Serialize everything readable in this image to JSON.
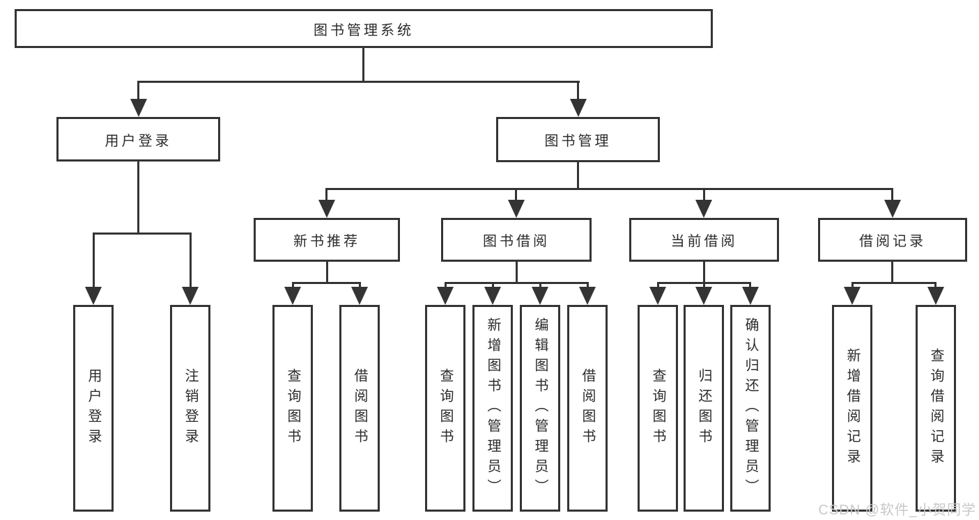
{
  "diagram_title": "图书管理系统",
  "tree": {
    "root": {
      "label": "图书管理系统",
      "children": [
        {
          "label": "用户登录",
          "children": [
            {
              "label": "用户登录"
            },
            {
              "label": "注销登录"
            }
          ]
        },
        {
          "label": "图书管理",
          "children": [
            {
              "label": "新书推荐",
              "children": [
                {
                  "label": "查询图书"
                },
                {
                  "label": "借阅图书"
                }
              ]
            },
            {
              "label": "图书借阅",
              "children": [
                {
                  "label": "查询图书"
                },
                {
                  "label": "新增图书（管理员）"
                },
                {
                  "label": "编辑图书（管理员）"
                },
                {
                  "label": "借阅图书"
                }
              ]
            },
            {
              "label": "当前借阅",
              "children": [
                {
                  "label": "查询图书"
                },
                {
                  "label": "归还图书"
                },
                {
                  "label": "确认归还（管理员）"
                }
              ]
            },
            {
              "label": "借阅记录",
              "children": [
                {
                  "label": "新增借阅记录"
                },
                {
                  "label": "查询借阅记录"
                }
              ]
            }
          ]
        }
      ]
    }
  },
  "watermark": "CSDN @软件_小贺同学",
  "colors": {
    "line": "#343434",
    "box_border": "#343434",
    "text": "#2b2b2b",
    "background": "#ffffff",
    "watermark": "#c8c8c8"
  }
}
